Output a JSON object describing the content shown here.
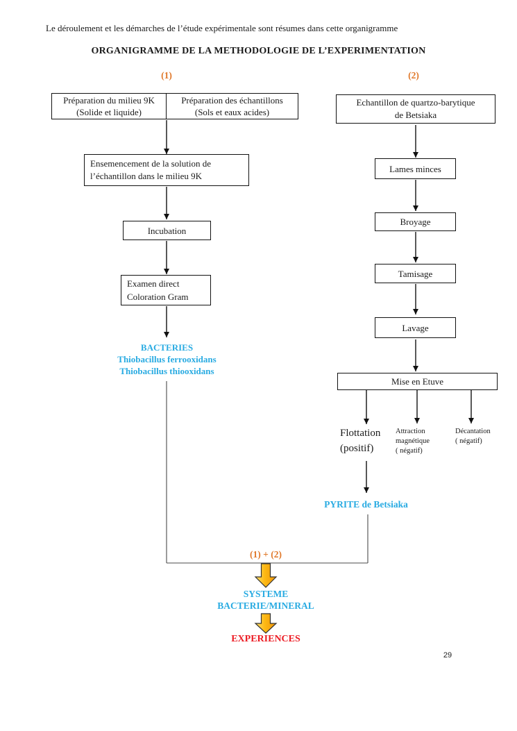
{
  "header": {
    "intro": "Le déroulement et les démarches de l’étude expérimentale sont résumes dans cette organigramme",
    "title": "ORGANIGRAMME DE LA METHODOLOGIE DE L’EXPERIMENTATION"
  },
  "labels": {
    "branch1": "(1)",
    "branch2": "(2)",
    "merge": "(1) + (2)"
  },
  "left_branch": {
    "prep_milieu": "Préparation du milieu 9K\n(Solide et liquide)",
    "prep_echantillons": "Préparation des échantillons\n(Sols et eaux acides)",
    "ensemencement": "Ensemencement de la solution de\nl’échantillon dans le milieu 9K",
    "incubation": "Incubation",
    "examen": "Examen direct\nColoration Gram",
    "bacteries_title": "BACTERIES",
    "bacteria_species_1": "Thiobacillus ferrooxidans",
    "bacteria_species_2": "Thiobacillus thiooxidans"
  },
  "right_branch": {
    "echantillon": "Echantillon de quartzo-barytique\nde Betsiaka",
    "lames_minces": "Lames minces",
    "broyage": "Broyage",
    "tamisage": "Tamisage",
    "lavage": "Lavage",
    "mise_en_etuve": "Mise en Etuve",
    "flottation": "Flottation\n(positif)",
    "attraction": "Attraction\nmagnétique\n( négatif)",
    "decantation": "Décantation\n( négatif)",
    "pyrite": "PYRITE de Betsiaka"
  },
  "bottom": {
    "systeme": "SYSTEME\nBACTERIE/MINERAL",
    "experiences": "EXPERIENCES"
  },
  "footer": {
    "page_number": "29"
  },
  "colors": {
    "accent_orange": "#E0782A",
    "accent_cyan": "#29ABE2",
    "accent_red": "#EC1C24",
    "arrow_yellow": "#FDB913",
    "line_black": "#111111"
  }
}
